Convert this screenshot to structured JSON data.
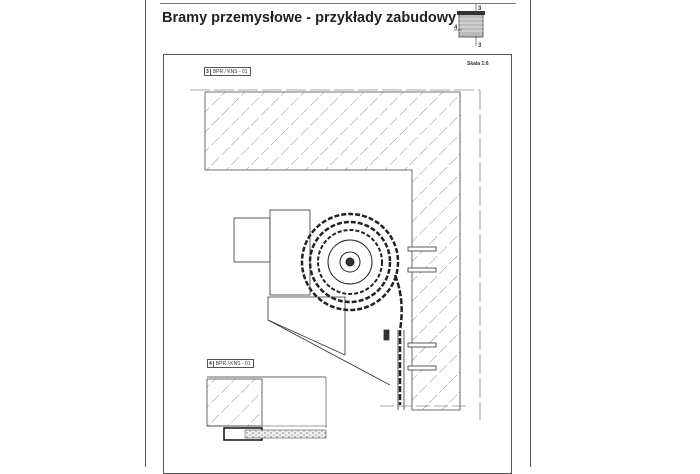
{
  "title": "Bramy przemysłowe -  przykłady zabudowy",
  "thumbnail": {
    "label_top": "3",
    "label_left": "4",
    "label_bottom": "3"
  },
  "scale": "Skala 1:6",
  "sections": [
    {
      "number": "3",
      "code": "BPR / KNS - 01"
    },
    {
      "number": "4",
      "code": "BPR / KNS - 01"
    }
  ]
}
